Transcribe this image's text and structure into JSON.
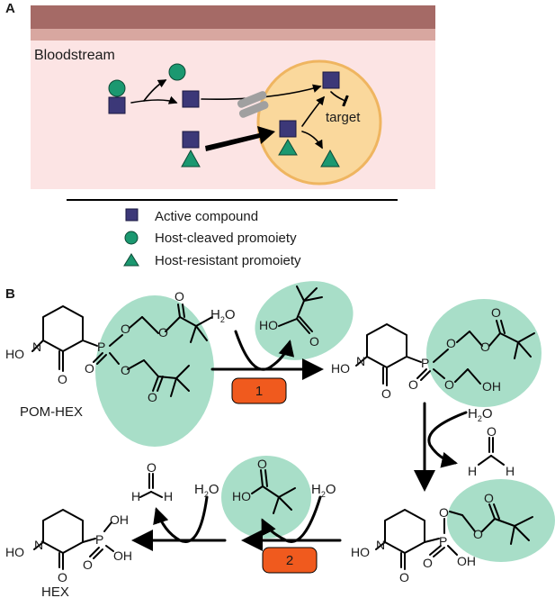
{
  "panels": {
    "a": {
      "label": "A",
      "compartment_label": "Bloodstream",
      "target_label": "target"
    },
    "b": {
      "label": "B",
      "enzyme_1": "1",
      "enzyme_2": "2",
      "compound_1": "POM-HEX",
      "compound_final": "HEX"
    }
  },
  "legend": {
    "items": [
      {
        "label": "Active compound",
        "icon": "square-icon"
      },
      {
        "label": "Host-cleaved promoiety",
        "icon": "circle-icon"
      },
      {
        "label": "Host-resistant promoiety",
        "icon": "triangle-icon"
      }
    ]
  },
  "chem": {
    "water": "H",
    "water_sub": "2",
    "water_o": "O",
    "ho": "HO",
    "oh": "OH",
    "n": "N",
    "o": "O",
    "p": "P",
    "h": "H"
  },
  "colors": {
    "membrane_dark": "#a56a66",
    "membrane_light": "#d8a7a0",
    "bloodstream_bg": "#fce4e4",
    "cell_fill": "#fad89c",
    "cell_border": "#efb560",
    "active_compound": "#3c3878",
    "promoiety": "#1b9870",
    "highlight": "#a8dec8",
    "enzyme": "#f05a1e",
    "channel": "#a0a0a0"
  }
}
